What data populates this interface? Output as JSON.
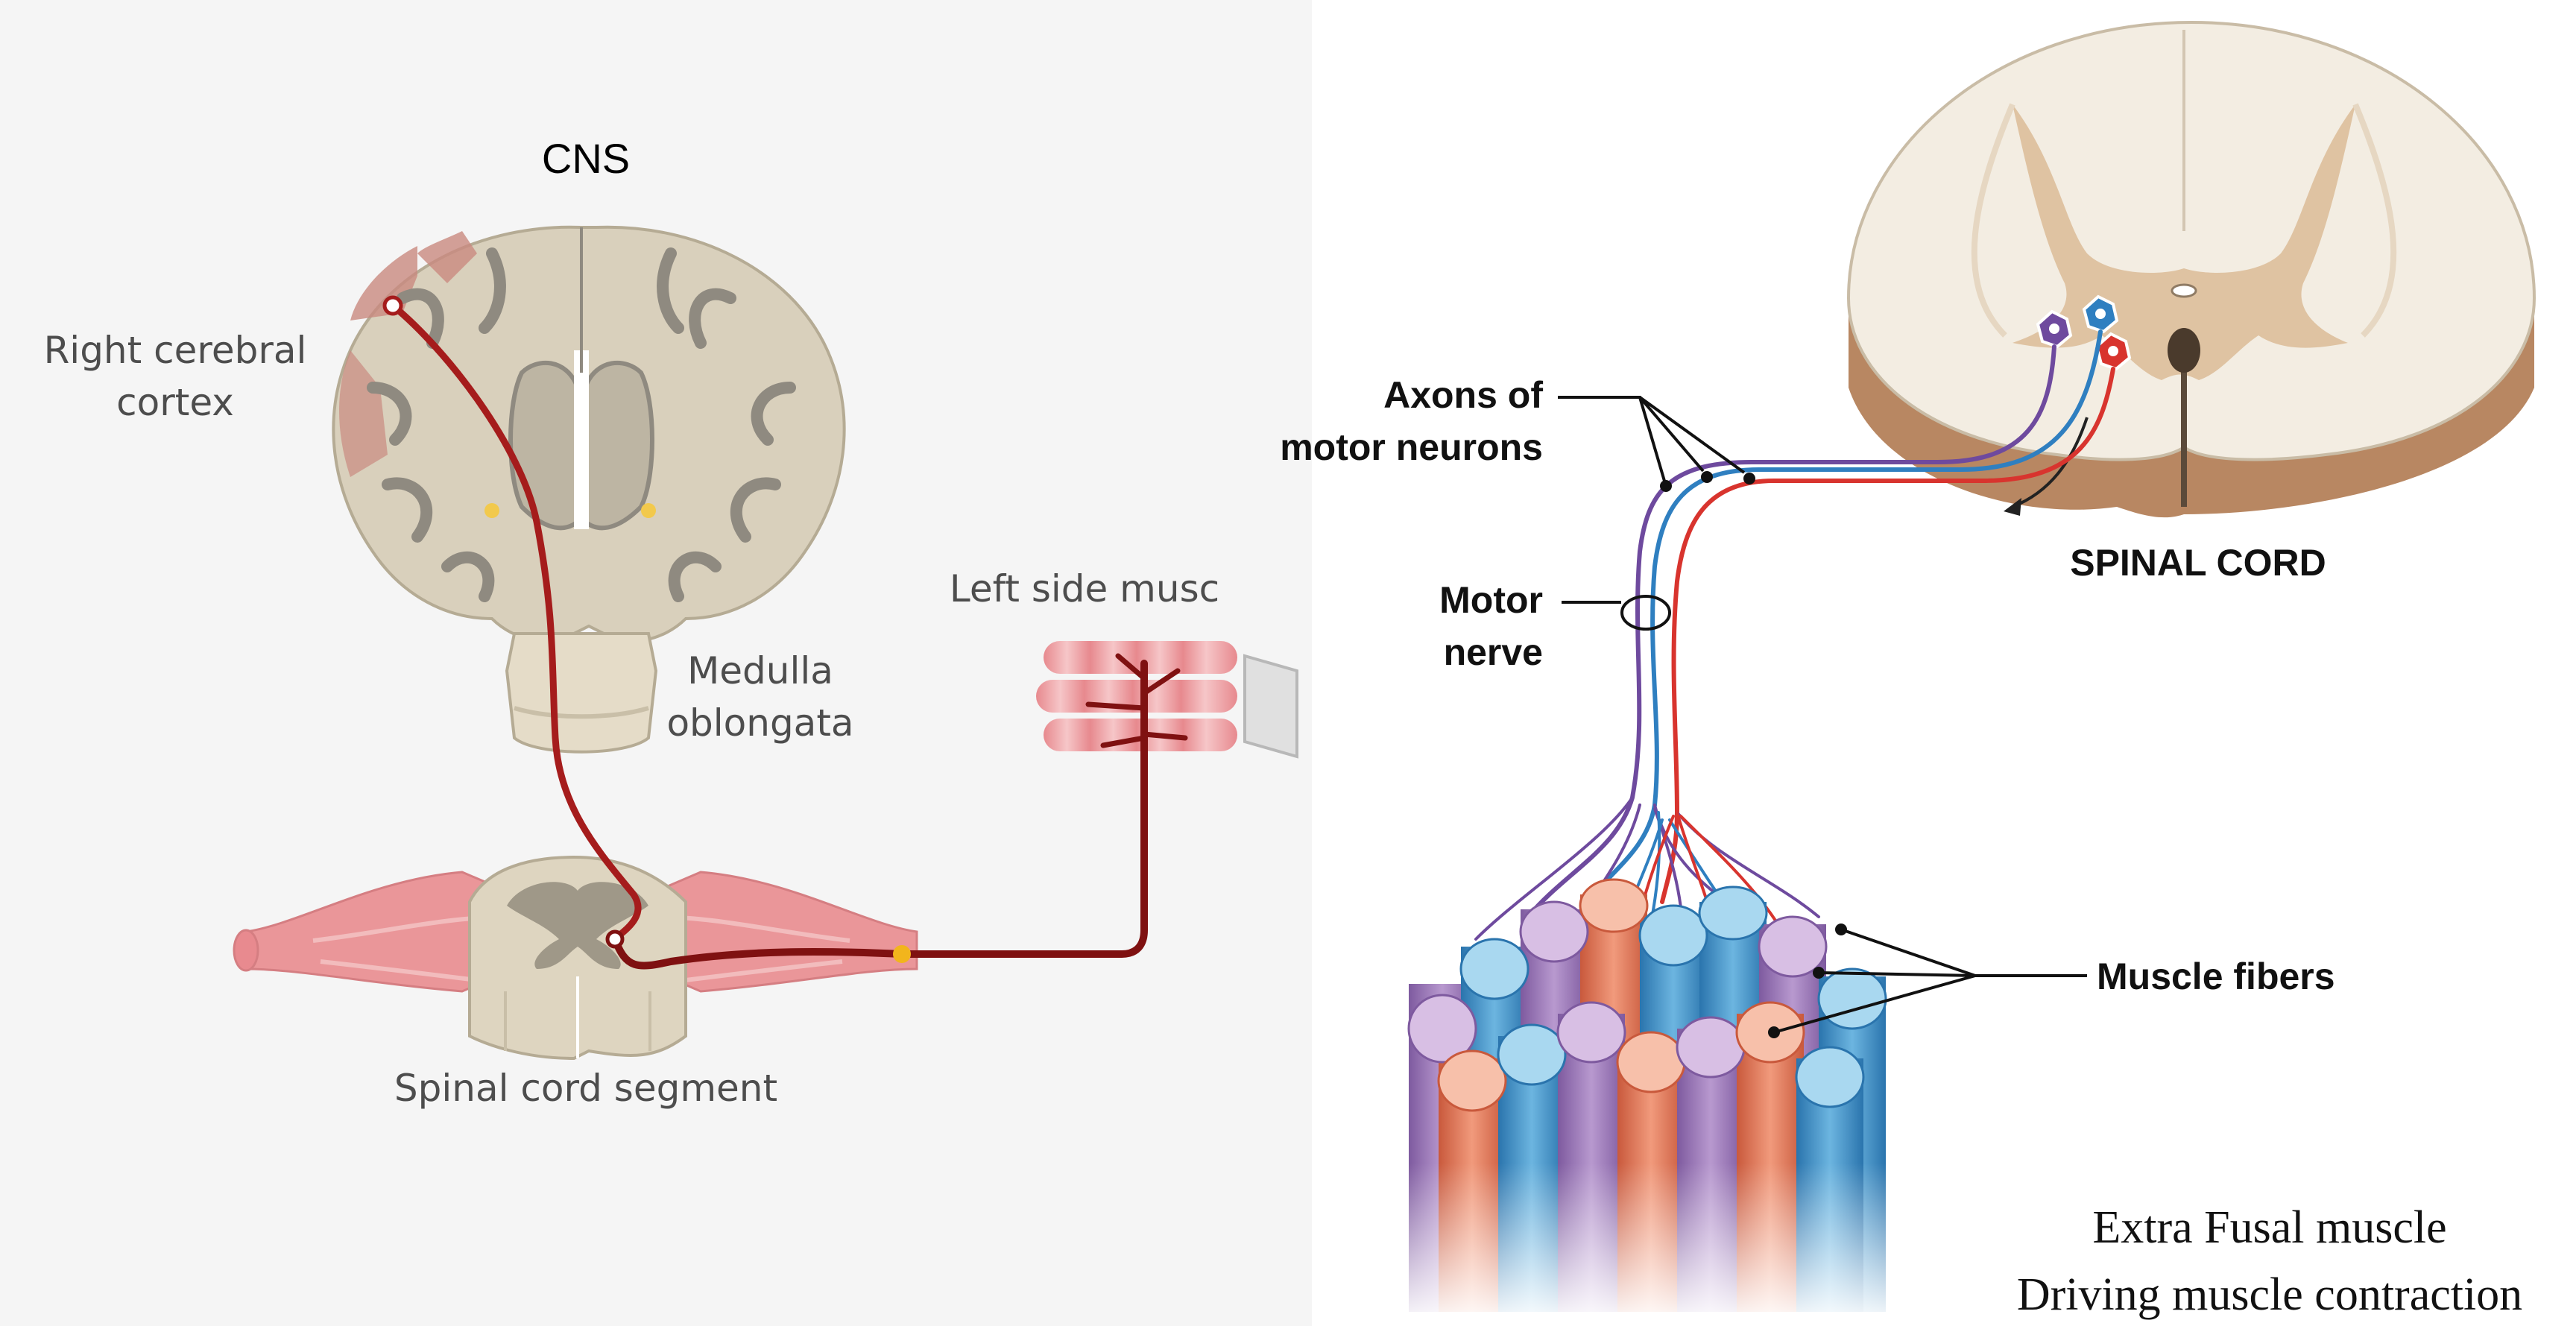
{
  "left_panel": {
    "title": "CNS",
    "label_cortex_line1": "Right cerebral",
    "label_cortex_line2": "cortex",
    "label_medulla_line1": "Medulla",
    "label_medulla_line2": "oblongata",
    "label_spinal_segment": "Spinal cord segment",
    "label_muscle": "Left side musc"
  },
  "right_panel": {
    "label_axons_line1": "Axons of",
    "label_axons_line2": "motor neurons",
    "label_nerve_line1": "Motor",
    "label_nerve_line2": "nerve",
    "label_spinal_cord": "SPINAL CORD",
    "label_muscle_fibers": "Muscle fibers",
    "caption_line1": "Extra Fusal muscle",
    "caption_line2": "Driving muscle contraction"
  },
  "colors": {
    "pathway_red": "#a51c1c",
    "neuron_purple": "#6e4a9e",
    "neuron_blue": "#2f7fc0",
    "neuron_red": "#d8342e",
    "brain_tan": "#d9d0bc",
    "cord_tan": "#f3ede2",
    "grey_matter": "#d9b896",
    "muscle_pink": "#e88a8f",
    "fiber_blue": "#89c6e6",
    "fiber_purple": "#c9a8d6",
    "fiber_salmon": "#f1a789"
  }
}
